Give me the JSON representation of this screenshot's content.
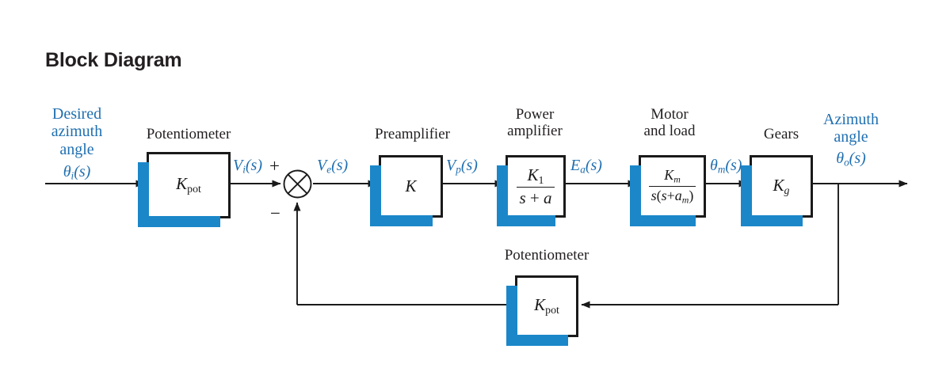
{
  "page": {
    "title": "Block Diagram"
  },
  "diagram": {
    "type": "control-system-block-diagram",
    "colors": {
      "shadow_blue": "#1b87c9",
      "signal_blue": "#1f6fb0",
      "line_black": "#1a1a1a",
      "background": "#ffffff"
    },
    "captions": {
      "potentiometer_input": "Potentiometer",
      "preamplifier": "Preamplifier",
      "power_amplifier": "Power\namplifier",
      "power_amplifier_line1": "Power",
      "power_amplifier_line2": "amplifier",
      "motor_and_load_line1": "Motor",
      "motor_and_load_line2": "and load",
      "gears": "Gears",
      "potentiometer_feedback": "Potentiometer"
    },
    "blocks": [
      {
        "id": "pot-input",
        "label": "Kpot",
        "caption": "Potentiometer"
      },
      {
        "id": "preamp",
        "label": "K",
        "caption": "Preamplifier"
      },
      {
        "id": "power-amp",
        "label": "K1/(s+a)",
        "caption": "Power amplifier"
      },
      {
        "id": "motor-load",
        "label": "Km/s(s+am)",
        "caption": "Motor and load"
      },
      {
        "id": "gears",
        "label": "Kg",
        "caption": "Gears"
      },
      {
        "id": "pot-feedback",
        "label": "Kpot",
        "caption": "Potentiometer"
      }
    ],
    "input_label": {
      "line1": "Desired",
      "line2": "azimuth",
      "line3": "angle",
      "symbol": "θi(s)"
    },
    "output_label": {
      "line1": "Azimuth",
      "line2": "angle",
      "symbol": "θo(s)"
    },
    "signals": {
      "vi": "Vi(s)",
      "ve": "Ve(s)",
      "vp": "Vp(s)",
      "ea": "Ea(s)",
      "theta_m": "θm(s)"
    },
    "summing_junction": {
      "plus_sign": "+",
      "minus_sign": "−",
      "shape": "circle-with-x"
    }
  }
}
